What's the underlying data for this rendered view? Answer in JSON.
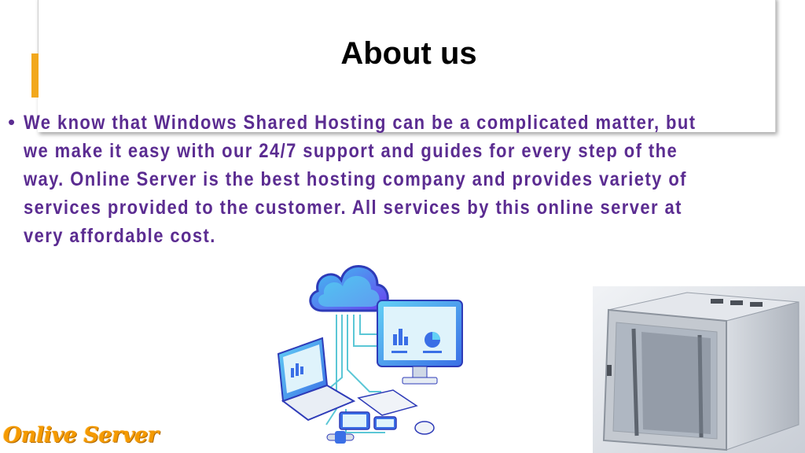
{
  "slide": {
    "title": "About us",
    "bullet": "We know that Windows Shared Hosting can be a complicated matter, but we make it easy with our 24/7 support and guides for every step of the way. Online Server is the best hosting company and provides variety of services provided to the customer. All services by this online server at very affordable cost."
  },
  "logo": {
    "text": "Onlive Server"
  },
  "colors": {
    "accent": "#f2a81d",
    "text_purple": "#5b2c91",
    "cloud_blue": "#4a6cf0",
    "logo_orange": "#f59a00"
  },
  "icons": [
    "cloud-icon",
    "laptop-icon",
    "monitor-icon",
    "tablet-icon",
    "smartphone-icon",
    "smartwatch-icon",
    "mouse-icon",
    "server-cabinet-icon"
  ]
}
